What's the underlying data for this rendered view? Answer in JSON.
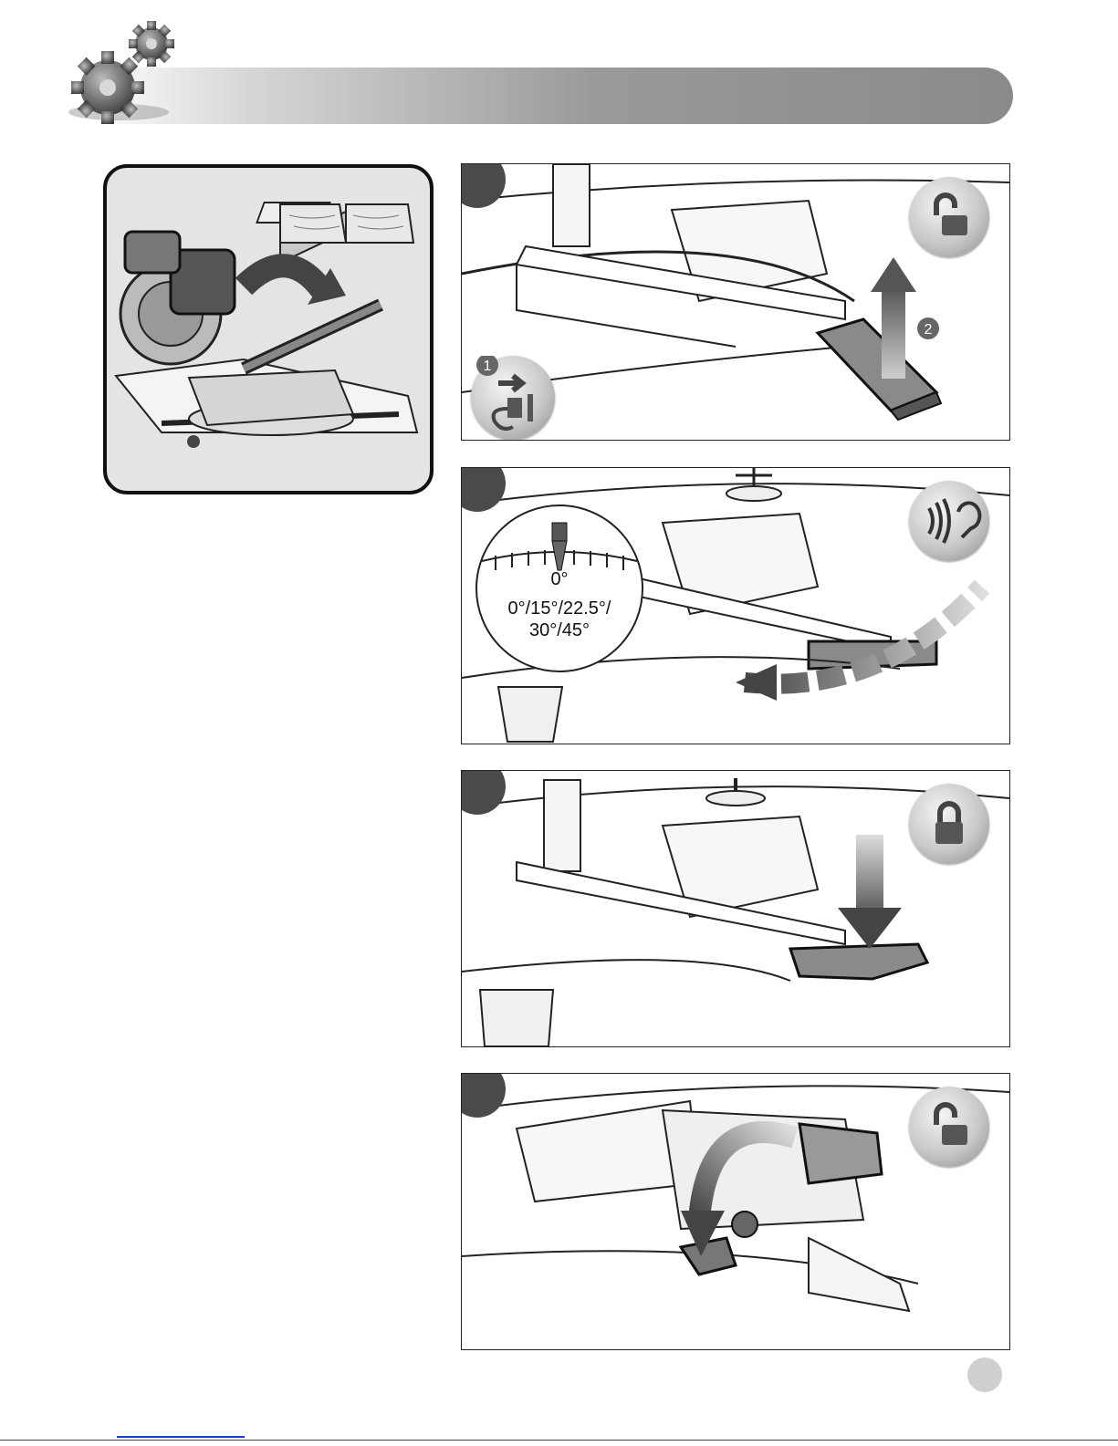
{
  "page": {
    "header": {
      "icon": "gears-icon"
    },
    "intro_panel": {
      "icon": "miter-saw-with-workpieces-icon"
    },
    "steps": [
      {
        "icons": [
          "unlock-padlock-icon",
          "unplug-icon",
          "lift-arrow-icon"
        ],
        "callouts": [
          "1",
          "2"
        ]
      },
      {
        "icons": [
          "listen-click-icon",
          "bevel-scale-dial-icon"
        ],
        "dial": {
          "zero_mark": "0°",
          "angles_line1": "0°/15°/22.5°/",
          "angles_line2": "30°/45°"
        }
      },
      {
        "icons": [
          "locked-padlock-icon",
          "press-down-arrow-icon"
        ]
      },
      {
        "icons": [
          "unlock-padlock-icon",
          "rotate-arrow-icon"
        ]
      }
    ]
  },
  "colors": {
    "header_dark": "#8a8a8a",
    "panel_bg": "#e4e4e4",
    "tab": "#4a4a4a",
    "link": "#1a3ccf"
  }
}
